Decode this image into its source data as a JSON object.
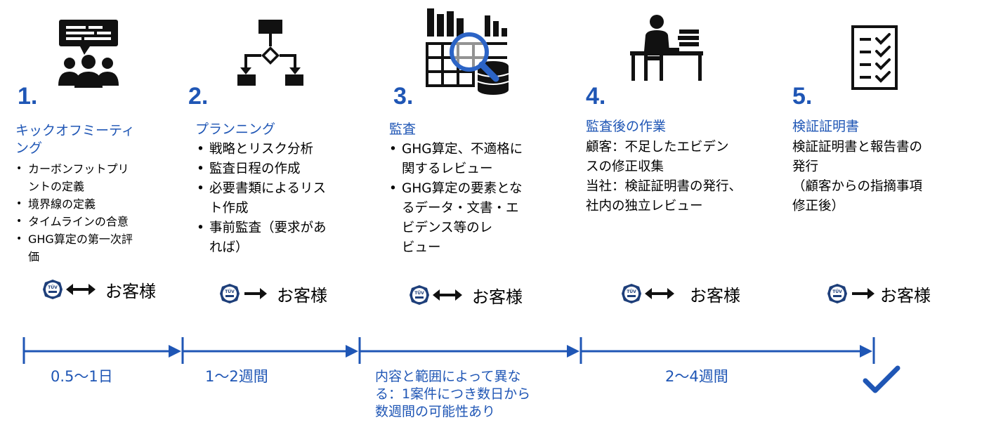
{
  "icons": {
    "step1": "meeting-icon",
    "step2": "flowchart-icon",
    "step3": "data-audit-icon",
    "step4": "desk-work-icon",
    "step5": "checklist-icon",
    "party_logo": "tuv-logo-icon",
    "arrow_both": "double-arrow-icon",
    "arrow_right": "right-arrow-icon",
    "done": "checkmark-icon"
  },
  "colors": {
    "accent": "#1f56b5",
    "text": "#000000",
    "icon": "#111111",
    "lens": "#2c64c6"
  },
  "steps": [
    {
      "number": "1.",
      "title": [
        "キックオフミーティ",
        "ング"
      ],
      "bullets": [
        "カーボンフットプリ",
        "ントの定義",
        "境界線の定義",
        "タイムラインの合意",
        "GHG算定の第一次評",
        "価"
      ],
      "party": {
        "direction": "both",
        "label": "お客様"
      }
    },
    {
      "number": "2.",
      "title": [
        "プランニング"
      ],
      "bullets": [
        "戦略とリスク分析",
        "監査日程の作成",
        "必要書類によるリス",
        "ト作成",
        "事前監査（要求があ",
        "れば）"
      ],
      "party": {
        "direction": "right",
        "label": "お客様"
      }
    },
    {
      "number": "3.",
      "title": [
        "監査"
      ],
      "bullets": [
        "GHG算定、不適格に",
        "関するレビュー",
        "GHG算定の要素とな",
        "るデータ・文書・エ",
        "ビデンス等のレ",
        "ビュー"
      ],
      "party": {
        "direction": "both",
        "label": "お客様"
      }
    },
    {
      "number": "4.",
      "title": [
        "監査後の作業"
      ],
      "lines": [
        "顧客：不足したエビデン",
        "スの修正収集",
        "当社：検証証明書の発行、",
        "社内の独立レビュー"
      ],
      "party": {
        "direction": "both",
        "label": "お客様"
      }
    },
    {
      "number": "5.",
      "title": [
        "検証証明書"
      ],
      "lines": [
        "検証証明書と報告書の",
        "発行",
        "（顧客からの指摘事項",
        "修正後）"
      ],
      "party": {
        "direction": "right",
        "label": "お客様"
      }
    }
  ],
  "timeline": {
    "durations": [
      [
        "0.5〜1日"
      ],
      [
        "1〜2週間"
      ],
      [
        "内容と範囲によって異な",
        "る：1案件につき数日から",
        "数週間の可能性あり"
      ],
      [
        "2〜4週間"
      ]
    ]
  }
}
